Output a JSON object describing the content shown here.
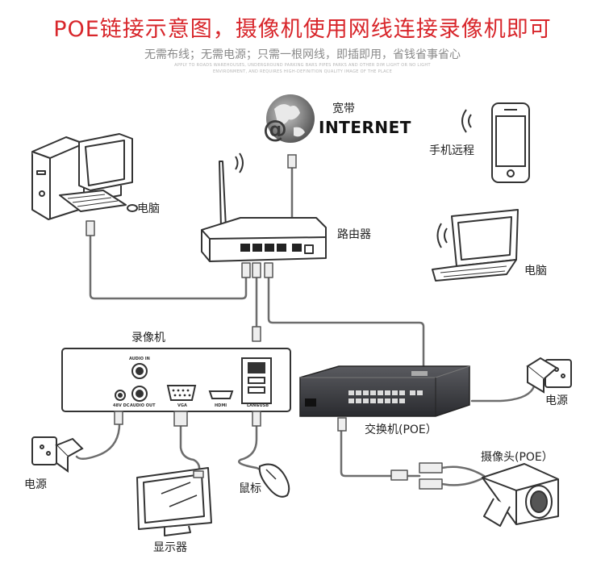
{
  "header": {
    "title": "POE链接示意图，摄像机使用网线连接录像机即可",
    "subtitle": "无需布线；无需电源；只需一根网线，即插即用，省钱省事省心",
    "fine_print_1": "APPLY TO ROADS WAREHOUSES, UNDERGROUND PARKING BARS PIPES PARKS AND OTHER DIM LIGHT OR NO LIGHT",
    "fine_print_2": "ENVIRONMENT, AND REQUIRES HIGH-DEFINITION QUALITY IMAGE OF THE PLACE"
  },
  "labels": {
    "broadband": "宽带",
    "internet": "INTERNET",
    "phone": "手机远程",
    "pc_desktop": "电脑",
    "router": "路由器",
    "laptop": "电脑",
    "nvr": "录像机",
    "power_right": "电源",
    "switch": "交换机(POE）",
    "camera": "摄像头(POE）",
    "power_left": "电源",
    "mouse": "鼠标",
    "monitor": "显示器"
  },
  "nvr_ports": {
    "audio_in": "AUDIO IN",
    "audio_out": "AUDIO OUT",
    "dc": "48V DC",
    "vga": "VGA",
    "hdmi": "HDMI",
    "lan_usb": "LAN&USB"
  },
  "colors": {
    "title": "#d8262b",
    "subtitle": "#8a8a8a",
    "cable": "#6d6d6d",
    "switch_body": "#3a3b3f"
  }
}
